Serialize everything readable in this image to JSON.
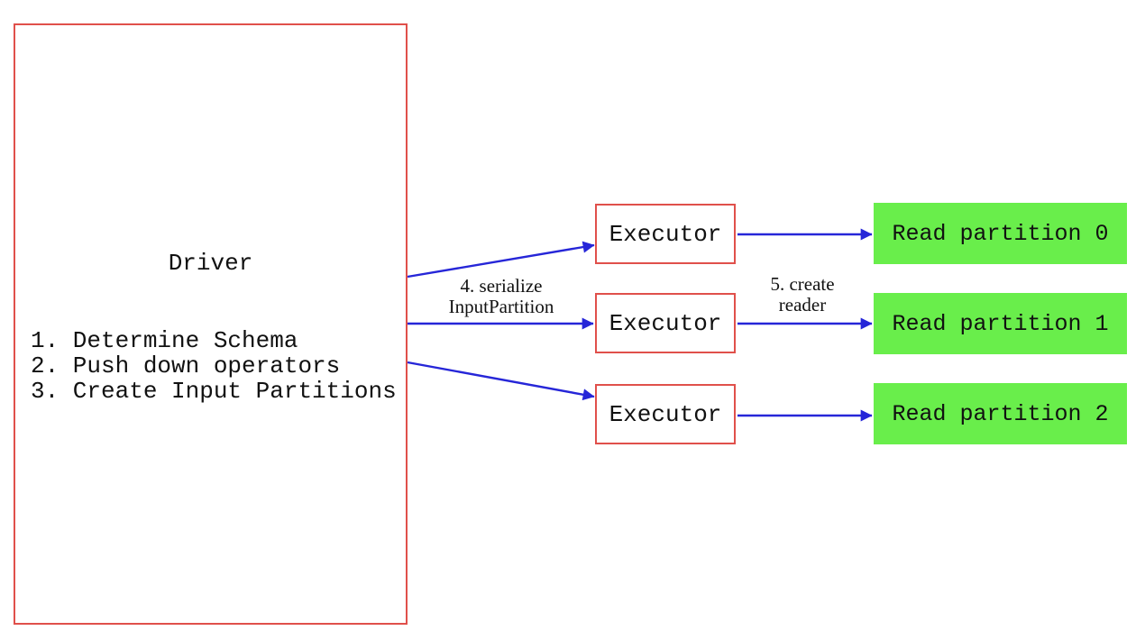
{
  "colors": {
    "box_border": "#e0504b",
    "arrow": "#2626d8",
    "partition_fill": "#69ee4b",
    "ink": "#111111",
    "bg": "#ffffff"
  },
  "driver": {
    "title": "Driver",
    "steps": [
      "1. Determine Schema",
      "2. Push down operators",
      "3. Create Input Partitions"
    ]
  },
  "executors": [
    {
      "label": "Executor"
    },
    {
      "label": "Executor"
    },
    {
      "label": "Executor"
    }
  ],
  "partitions": [
    {
      "label": "Read partition 0"
    },
    {
      "label": "Read partition 1"
    },
    {
      "label": "Read partition 2"
    }
  ],
  "arrow_labels": {
    "serialize": "4. serialize\nInputPartition",
    "create_reader": "5. create\nreader"
  }
}
